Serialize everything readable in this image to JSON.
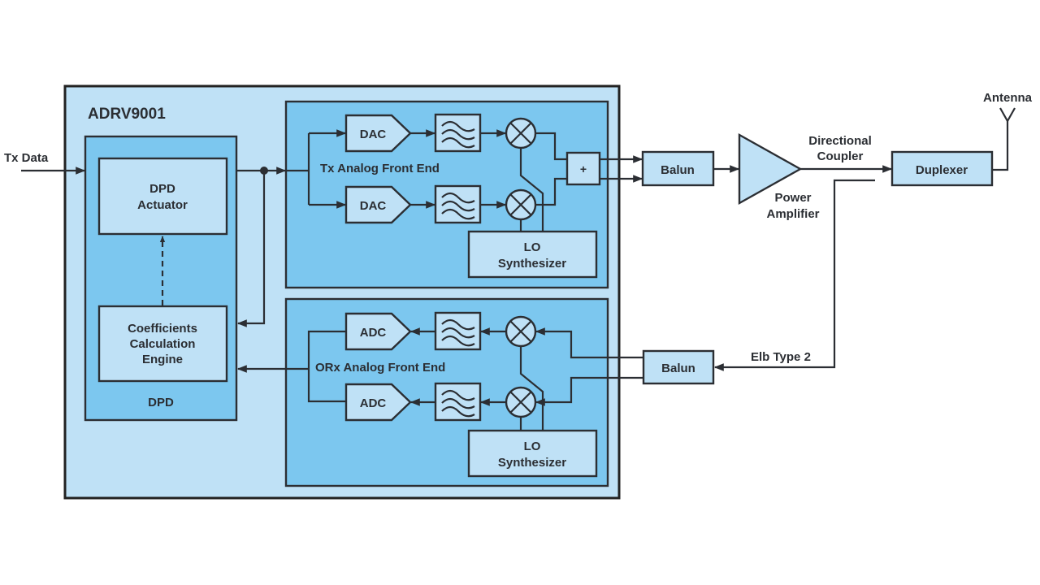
{
  "colors": {
    "outer_fill": "#bfe1f6",
    "block_fill": "#7cc7ef",
    "component_fill": "#bfe1f6",
    "line": "#2b2e33",
    "background": "#ffffff"
  },
  "labels": {
    "chip": "ADRV9001",
    "tx_data": "Tx Data",
    "dpd_block": "DPD",
    "dpd_actuator": [
      "DPD",
      "Actuator"
    ],
    "coeff_engine": [
      "Coefficients",
      "Calculation",
      "Engine"
    ],
    "tx_afe": "Tx Analog Front End",
    "orx_afe": "ORx Analog Front End",
    "dac": "DAC",
    "adc": "ADC",
    "summer": "+",
    "lo_synth": [
      "LO",
      "Synthesizer"
    ],
    "balun": "Balun",
    "power_amp": [
      "Power",
      "Amplifier"
    ],
    "directional_coupler": [
      "Directional",
      "Coupler"
    ],
    "duplexer": "Duplexer",
    "antenna": "Antenna",
    "feedback": "Elb Type 2"
  }
}
